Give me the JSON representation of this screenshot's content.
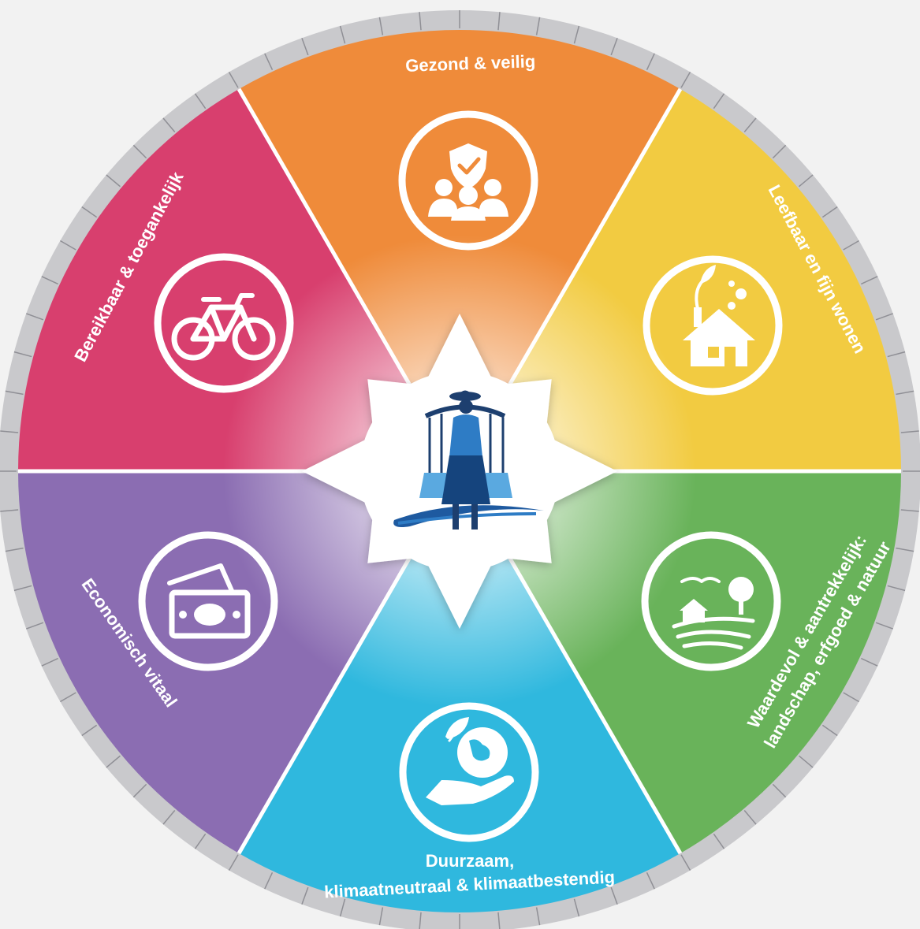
{
  "wheel": {
    "segments": [
      {
        "key": "gezond",
        "label": "Gezond & veilig",
        "color": "#ef8b3a",
        "icon": "shield-people-icon"
      },
      {
        "key": "leefbaar",
        "label": "Leefbaar en fijn wonen",
        "color": "#f2cb41",
        "icon": "house-leaf-icon"
      },
      {
        "key": "waardevol",
        "label_line1": "Waardevol & aantrekkelijk:",
        "label_line2": "landschap, erfgoed & natuur",
        "color": "#69b35a",
        "icon": "landscape-icon"
      },
      {
        "key": "duurzaam",
        "label_line1": "Duurzaam,",
        "label_line2": "klimaatneutraal & klimaatbestendig",
        "color": "#2fb8de",
        "icon": "hand-globe-icon"
      },
      {
        "key": "economisch",
        "label": "Economisch vitaal",
        "color": "#8b6db2",
        "icon": "money-icon"
      },
      {
        "key": "bereikbaar",
        "label": "Bereikbaar & toegankelijk",
        "color": "#d83f6e",
        "icon": "bicycle-icon"
      }
    ],
    "rim_color": "#c9c9cc",
    "center_icon": "water-carrier-figure-icon"
  }
}
